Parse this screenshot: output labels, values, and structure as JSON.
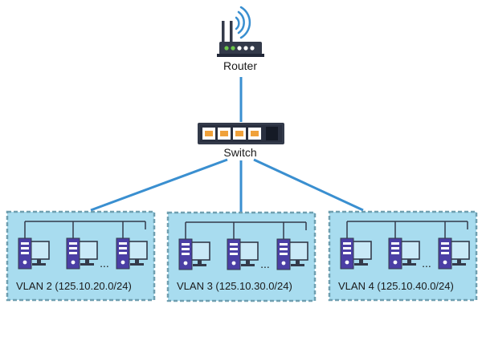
{
  "colors": {
    "link": "#3a8fd0",
    "vlan_fill": "#a8dcef",
    "vlan_border": "#6f9fb0",
    "device_dark": "#333a4a",
    "server_purple": "#4b3fa5",
    "screen_fill": "#c9e9f7",
    "led_green": "#6dc84a",
    "port_orange": "#f0a13a"
  },
  "router": {
    "label": "Router",
    "icon": "router-icon"
  },
  "switch": {
    "label": "Switch",
    "icon": "switch-icon"
  },
  "vlans": [
    {
      "label": "VLAN 2 (125.10.20.0/24)",
      "ellipsis": "...",
      "hosts": 3
    },
    {
      "label": "VLAN 3 (125.10.30.0/24)",
      "ellipsis": "...",
      "hosts": 3
    },
    {
      "label": "VLAN 4 (125.10.40.0/24)",
      "ellipsis": "...",
      "hosts": 3
    }
  ]
}
